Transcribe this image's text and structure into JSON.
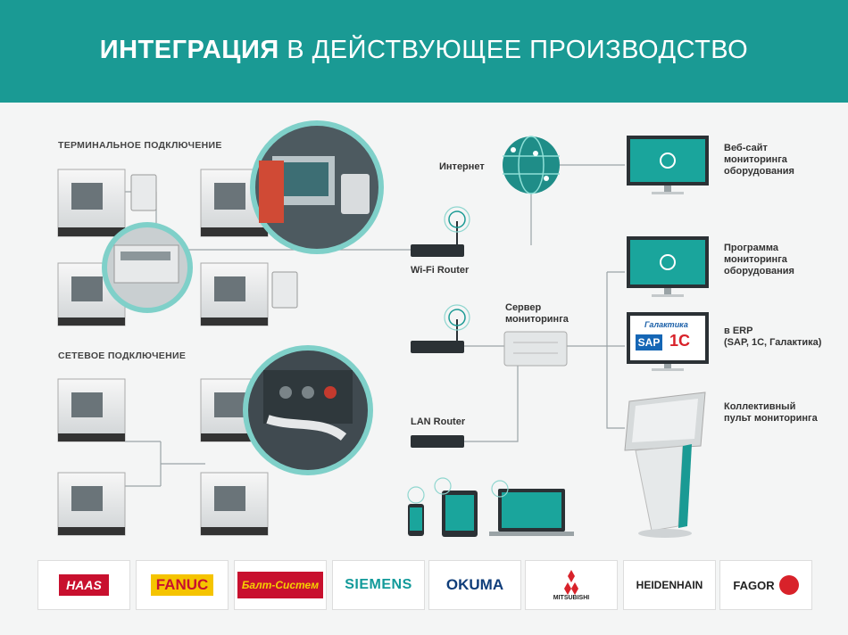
{
  "header": {
    "title_bold": "ИНТЕГРАЦИЯ",
    "title_rest": " В ДЕЙСТВУЮЩЕЕ ПРОИЗВОДСТВО",
    "bg_color": "#1a9a94"
  },
  "sections": {
    "terminal": "ТЕРМИНАЛЬНОЕ ПОДКЛЮЧЕНИЕ",
    "network": "СЕТЕВОЕ ПОДКЛЮЧЕНИЕ"
  },
  "nodes": {
    "internet": "Интернет",
    "wifi_router": "Wi-Fi Router",
    "server_line1": "Сервер",
    "server_line2": "мониторинга",
    "lan_router": "LAN Router"
  },
  "outputs": {
    "website": [
      "Веб-сайт",
      "мониторинга",
      "оборудования"
    ],
    "program": [
      "Программа",
      "мониторинга",
      "оборудования"
    ],
    "erp": [
      "в ERP",
      "(SAP, 1С, Галактика)"
    ],
    "kiosk": [
      "Коллективный",
      "пульт мониторинга"
    ]
  },
  "erp_logos": {
    "galaktika": "Галактика",
    "sap": "SAP",
    "onec": "1С"
  },
  "brands": [
    "HAAS",
    "FANUC",
    "Балт-Систем",
    "SIEMENS",
    "OKUMA",
    "MITSUBISHI",
    "HEIDENHAIN",
    "FAGOR"
  ],
  "colors": {
    "teal": "#1a9a94",
    "screen": "#1aa59c",
    "line": "#9aa3a6"
  }
}
